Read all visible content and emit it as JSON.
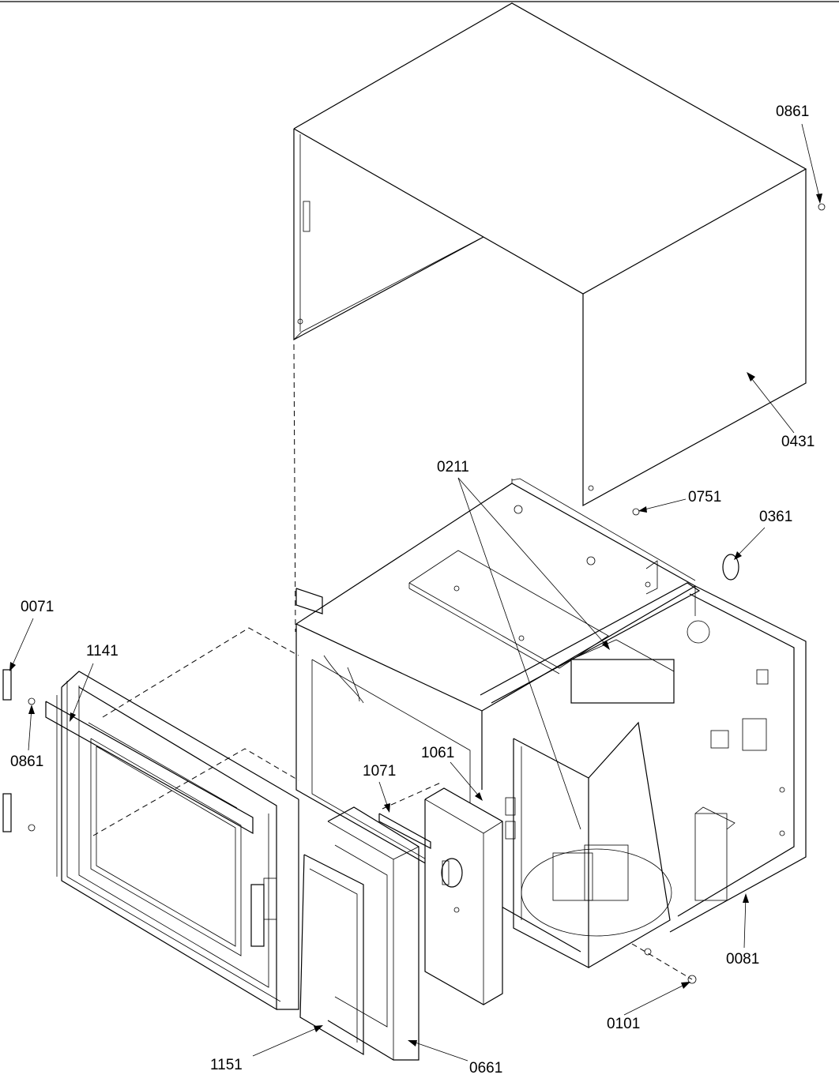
{
  "diagram": {
    "callouts": [
      {
        "id": "0861-top",
        "label": "0861"
      },
      {
        "id": "0431",
        "label": "0431"
      },
      {
        "id": "0211",
        "label": "0211"
      },
      {
        "id": "0751",
        "label": "0751"
      },
      {
        "id": "0361",
        "label": "0361"
      },
      {
        "id": "0071",
        "label": "0071"
      },
      {
        "id": "1141",
        "label": "1141"
      },
      {
        "id": "0861-left",
        "label": "0861"
      },
      {
        "id": "1061",
        "label": "1061"
      },
      {
        "id": "1071",
        "label": "1071"
      },
      {
        "id": "0081",
        "label": "0081"
      },
      {
        "id": "0101",
        "label": "0101"
      },
      {
        "id": "1151",
        "label": "1151"
      },
      {
        "id": "0661",
        "label": "0661"
      }
    ]
  }
}
